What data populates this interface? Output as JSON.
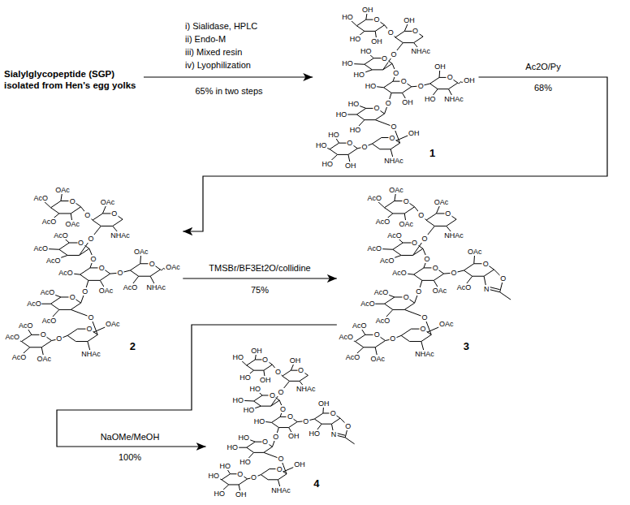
{
  "diagram": {
    "nodes": [
      {
        "text": [
          "Sialylglycopeptide (SGP) isolated from Hen's egg yolks"
        ]
      },
      {
        "text": [
          "1"
        ]
      },
      {
        "text": [
          "2"
        ]
      },
      {
        "text": [
          "3"
        ]
      },
      {
        "text": [
          "4"
        ]
      }
    ],
    "edges": [
      {
        "from": 0,
        "to": 1,
        "arrow": "to"
      },
      {
        "from": 1,
        "to": 2,
        "arrow": "to",
        "label": "Ac2O/Py"
      },
      {
        "from": 2,
        "to": 3,
        "arrow": "to",
        "label": "TMSBr/BF3Et2O/collidine"
      },
      {
        "from": 3,
        "to": 4,
        "arrow": "to",
        "label": "NaOMe/MeOH"
      }
    ],
    "labels": [
      "i) Sialidase, HPLC",
      "ii) Endo-M",
      "iii) Mixed resin",
      "iv) Lyophilization",
      "65% in two steps",
      "OH",
      "HO",
      "HO",
      "OH",
      "O",
      "O",
      "OH",
      "NHAc",
      "O",
      "O",
      "HO",
      "HO",
      "HO",
      "O",
      "O",
      "HO",
      "OH",
      "O",
      "O",
      "OH",
      "HO",
      "O",
      "NHAc",
      "OH",
      "O",
      "HO",
      "HO",
      "HO",
      "O",
      "O",
      "OH",
      "NHAc",
      "O",
      "O",
      "HO",
      "HO",
      "HO",
      "OH",
      "O",
      "68%",
      "OAc",
      "AcO",
      "AcO",
      "OAc",
      "O",
      "O",
      "OAc",
      "NHAc",
      "O",
      "O",
      "AcO",
      "AcO",
      "AcO",
      "O",
      "O",
      "AcO",
      "OAc",
      "O",
      "O",
      "OAc",
      "AcO",
      "O",
      "NHAc",
      "OAc",
      "O",
      "AcO",
      "AcO",
      "AcO",
      "O",
      "O",
      "OAc",
      "NHAc",
      "O",
      "O",
      "AcO",
      "AcO",
      "AcO",
      "OAc",
      "O",
      "75%",
      "OAc",
      "AcO",
      "AcO",
      "OAc",
      "O",
      "O",
      "OAc",
      "NHAc",
      "O",
      "O",
      "AcO",
      "AcO",
      "AcO",
      "O",
      "O",
      "AcO",
      "OAc",
      "O",
      "O",
      "OAc",
      "AcO",
      "O",
      "O",
      "N",
      "O",
      "AcO",
      "AcO",
      "AcO",
      "O",
      "O",
      "OAc",
      "NHAc",
      "O",
      "O",
      "AcO",
      "AcO",
      "AcO",
      "OAc",
      "O",
      "100%",
      "OH",
      "HO",
      "HO",
      "OH",
      "O",
      "O",
      "OH",
      "NHAc",
      "O",
      "O",
      "HO",
      "HO",
      "HO",
      "O",
      "O",
      "HO",
      "OH",
      "O",
      "O",
      "OH",
      "HO",
      "O",
      "O",
      "N",
      "O",
      "HO",
      "HO",
      "HO",
      "O",
      "O",
      "OH",
      "NHAc",
      "O",
      "O",
      "HO",
      "HO",
      "HO",
      "OH",
      "O"
    ]
  }
}
